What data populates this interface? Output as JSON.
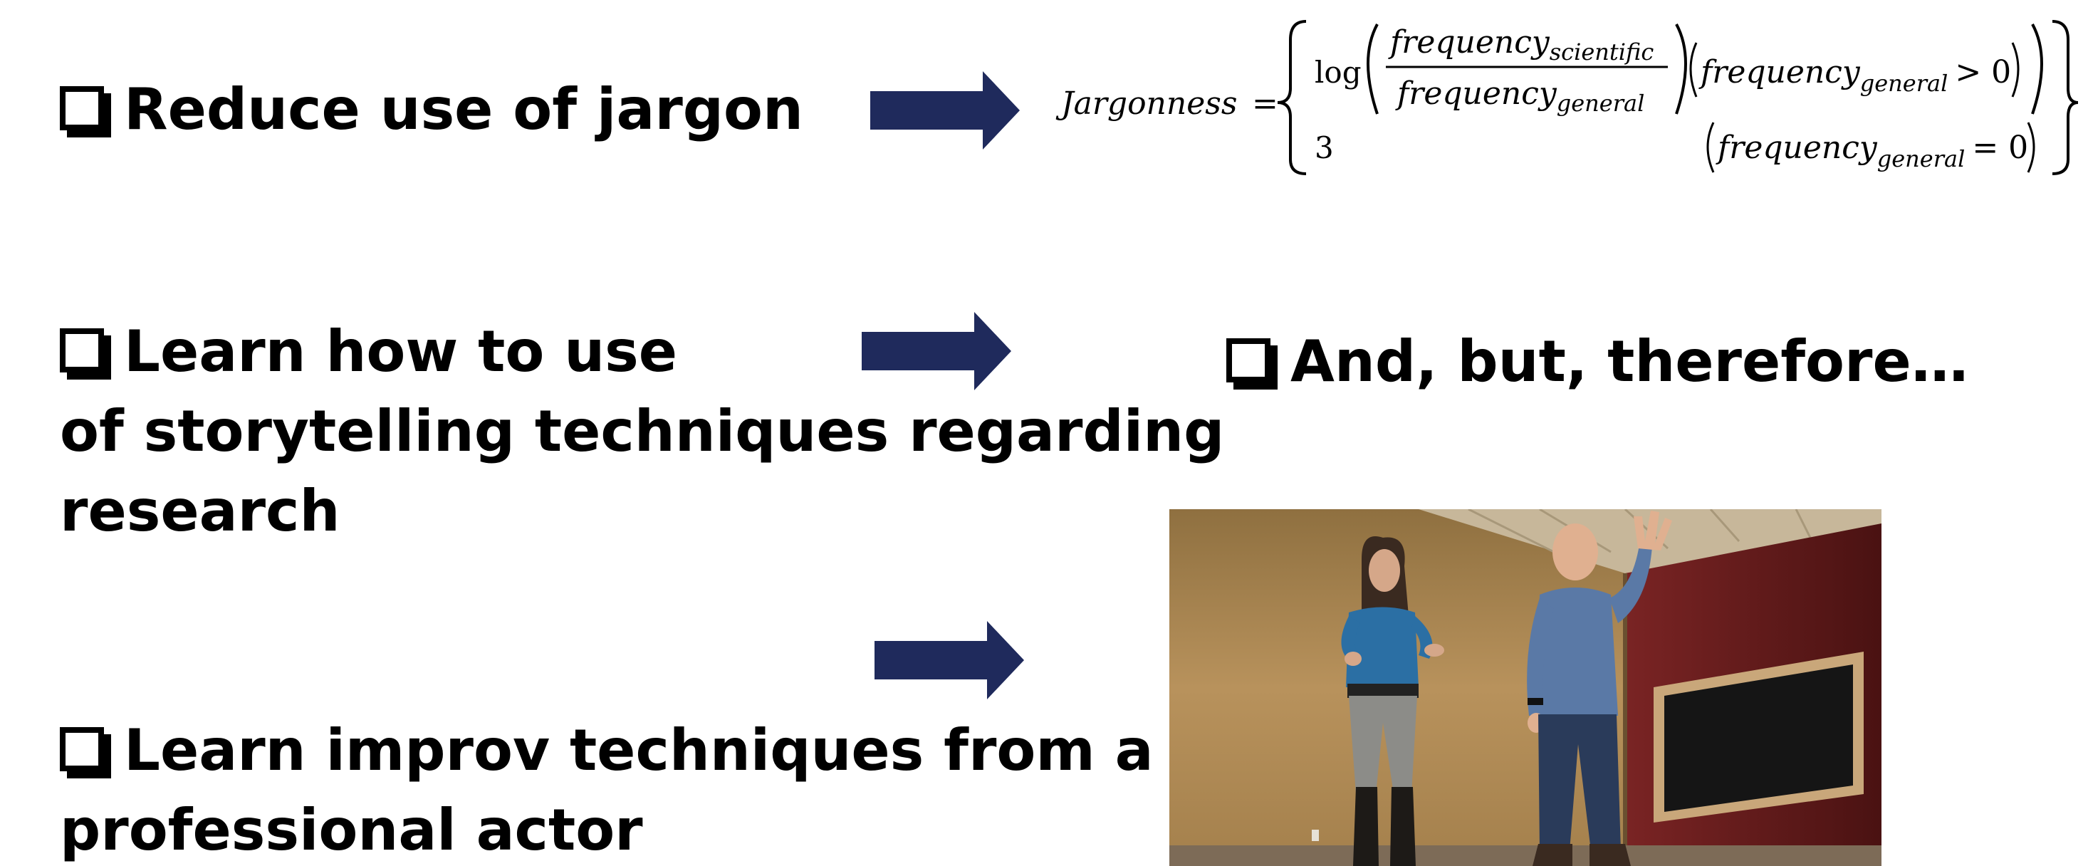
{
  "bullets": {
    "b1": {
      "line1": "Reduce use of jargon"
    },
    "b2": {
      "line1": "Learn how to use",
      "line2": " of storytelling techniques regarding",
      "line3": "research"
    },
    "b3": {
      "line1": "Learn improv techniques from a",
      "line2": "  professional actor"
    },
    "b4": {
      "line1": "And, but, therefore…"
    }
  },
  "formula": {
    "lhs": "Jargonness",
    "equals": "=",
    "log": "log",
    "numerator_base": "frequency",
    "numerator_sub": "scientific",
    "denominator_base": "frequency",
    "denominator_sub": "general",
    "cond1_base": "frequency",
    "cond1_sub": "general",
    "cond1_rel": "> 0",
    "case2_value": "3",
    "cond2_base": "frequency",
    "cond2_sub": "general",
    "cond2_rel": "= 0"
  },
  "photo": {
    "icon": "improv-performers-photo"
  },
  "colors": {
    "arrow": "#1f2a5c",
    "text": "#000000",
    "wall": "#a8875a",
    "red_wall": "#6e1f1f"
  }
}
